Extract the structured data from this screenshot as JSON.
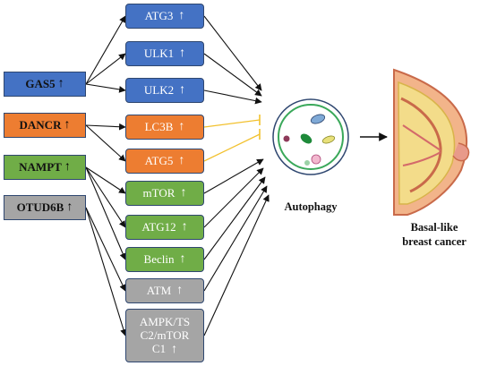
{
  "regulators": [
    {
      "label": "GAS5",
      "color": "#4472c4"
    },
    {
      "label": "DANCR",
      "color": "#ed7d31"
    },
    {
      "label": "NAMPT",
      "color": "#70ad47"
    },
    {
      "label": "OTUD6B",
      "color": "#a5a5a5"
    }
  ],
  "targets": [
    {
      "label": "ATG3",
      "color": "#4472c4"
    },
    {
      "label": "ULK1",
      "color": "#4472c4"
    },
    {
      "label": "ULK2",
      "color": "#4472c4"
    },
    {
      "label": "LC3B",
      "color": "#ed7d31"
    },
    {
      "label": "ATG5",
      "color": "#ed7d31"
    },
    {
      "label": "mTOR",
      "color": "#70ad47"
    },
    {
      "label": "ATG12",
      "color": "#70ad47"
    },
    {
      "label": "Beclin",
      "color": "#70ad47"
    },
    {
      "label": "ATM",
      "color": "#a5a5a5"
    },
    {
      "label_lines": [
        "AMPK/TS",
        "C2/mTOR",
        "C1"
      ],
      "color": "#a5a5a5"
    }
  ],
  "up_arrow": "↑",
  "autophagy_label": "Autophagy",
  "outcome_label_lines": [
    "Basal-like",
    "breast cancer"
  ],
  "inhibit_color": "#f2c12e"
}
